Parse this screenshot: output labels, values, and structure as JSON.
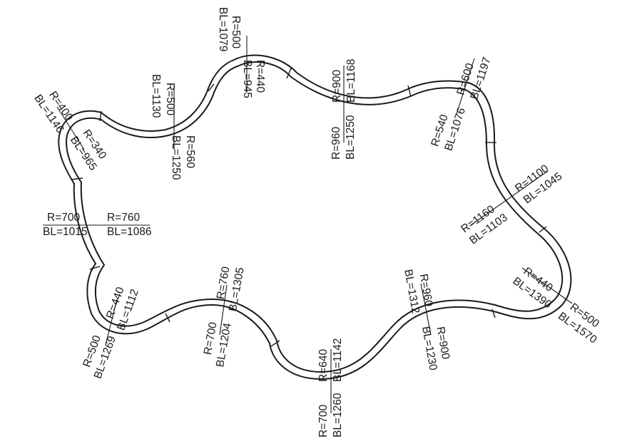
{
  "colors": {
    "line": "#1a1a1a",
    "background": "#ffffff"
  },
  "labels": [
    {
      "id": "top-outer-1",
      "r": "R=500",
      "bl": "BL=1079"
    },
    {
      "id": "top-inner-1",
      "r": "R=440",
      "bl": "BL=945"
    },
    {
      "id": "top-outer-2",
      "r": "R=900",
      "bl": "BL=1168"
    },
    {
      "id": "top-inner-2",
      "r": "R=960",
      "bl": "BL=1250"
    },
    {
      "id": "topright-outer",
      "r": "R=600",
      "bl": "BL=1197"
    },
    {
      "id": "topright-inner",
      "r": "R=540",
      "bl": "BL=1076"
    },
    {
      "id": "right-outer",
      "r": "R=1100",
      "bl": "BL=1045"
    },
    {
      "id": "right-inner",
      "r": "R=1160",
      "bl": "BL=1103"
    },
    {
      "id": "lowright-inner",
      "r": "R=440",
      "bl": "BL=1390"
    },
    {
      "id": "lowright-outer",
      "r": "R=500",
      "bl": "BL=1570"
    },
    {
      "id": "bottom-inner-1",
      "r": "R=960",
      "bl": "BL=1312"
    },
    {
      "id": "bottom-outer-1",
      "r": "R=900",
      "bl": "BL=1230"
    },
    {
      "id": "bottom-inner-2",
      "r": "R=640",
      "bl": "BL=1142"
    },
    {
      "id": "bottom-outer-2",
      "r": "R=700",
      "bl": "BL=1260"
    },
    {
      "id": "bottomleft-inner-1",
      "r": "R=760",
      "bl": "BL=1305"
    },
    {
      "id": "bottomleft-outer-1",
      "r": "R=700",
      "bl": "BL=1204"
    },
    {
      "id": "bottomleft-inner-2",
      "r": "R=440",
      "bl": "BL=1112"
    },
    {
      "id": "bottomleft-outer-2",
      "r": "R=500",
      "bl": "BL=1269"
    },
    {
      "id": "left-outer",
      "r": "R=700",
      "bl": "BL=1015"
    },
    {
      "id": "left-inner",
      "r": "R=760",
      "bl": "BL=1086"
    },
    {
      "id": "topleft-outer",
      "r": "R=400",
      "bl": "BL=1146"
    },
    {
      "id": "topleft-inner",
      "r": "R=340",
      "bl": "BL=965"
    },
    {
      "id": "upperleft-outer",
      "r": "R=500",
      "bl": "BL=1130"
    },
    {
      "id": "upperleft-inner",
      "r": "R=560",
      "bl": "BL=1250"
    }
  ]
}
